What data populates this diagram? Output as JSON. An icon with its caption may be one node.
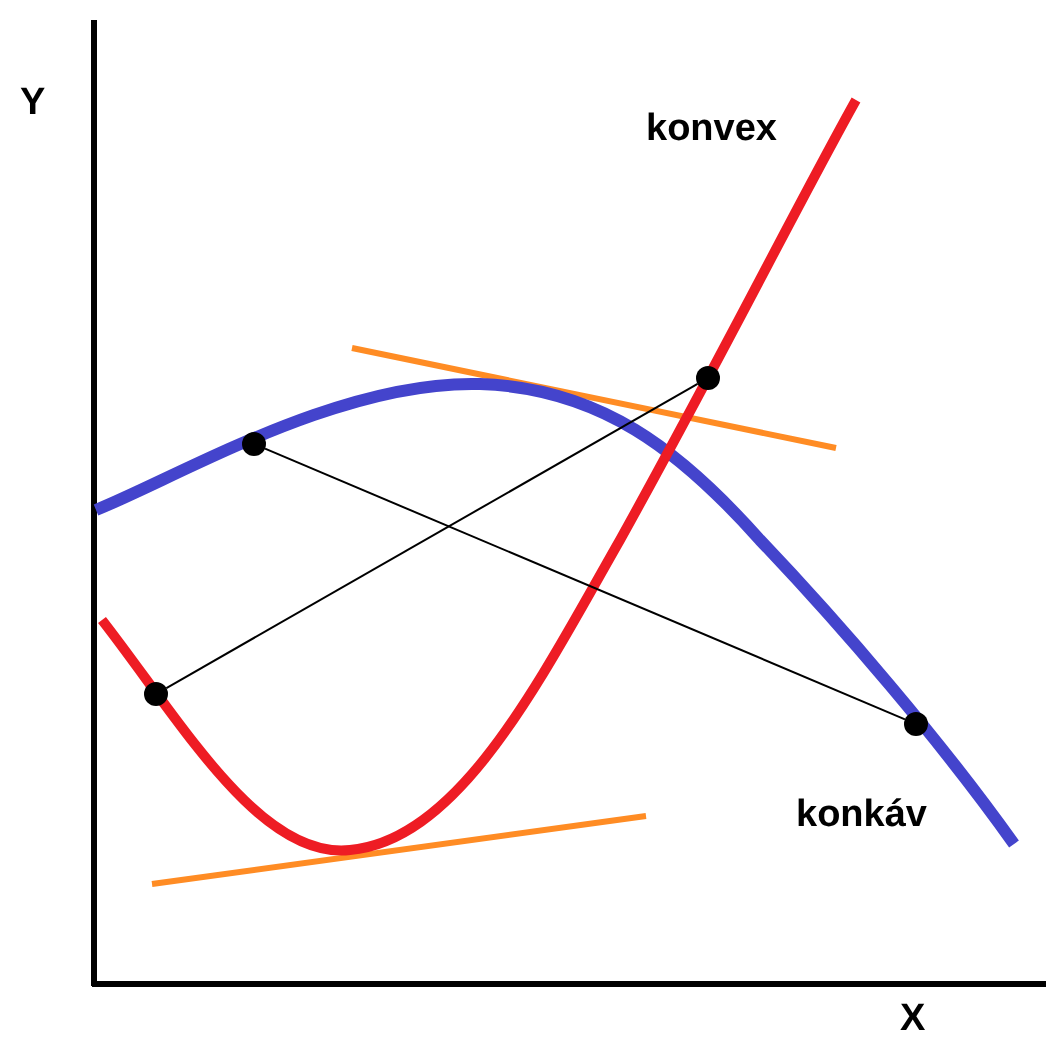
{
  "diagram": {
    "nodes": [
      {
        "text": [],
        "shape": "circle"
      },
      {
        "text": [],
        "shape": "circle"
      },
      {
        "text": [],
        "shape": "circle"
      },
      {
        "text": [],
        "shape": "circle"
      }
    ],
    "edges": [
      {
        "from": 0,
        "to": 2,
        "arrow": "none"
      },
      {
        "from": 1,
        "to": 3,
        "arrow": "none"
      }
    ],
    "labels": [
      "Y",
      "konvex",
      "konkáv",
      "X"
    ]
  }
}
